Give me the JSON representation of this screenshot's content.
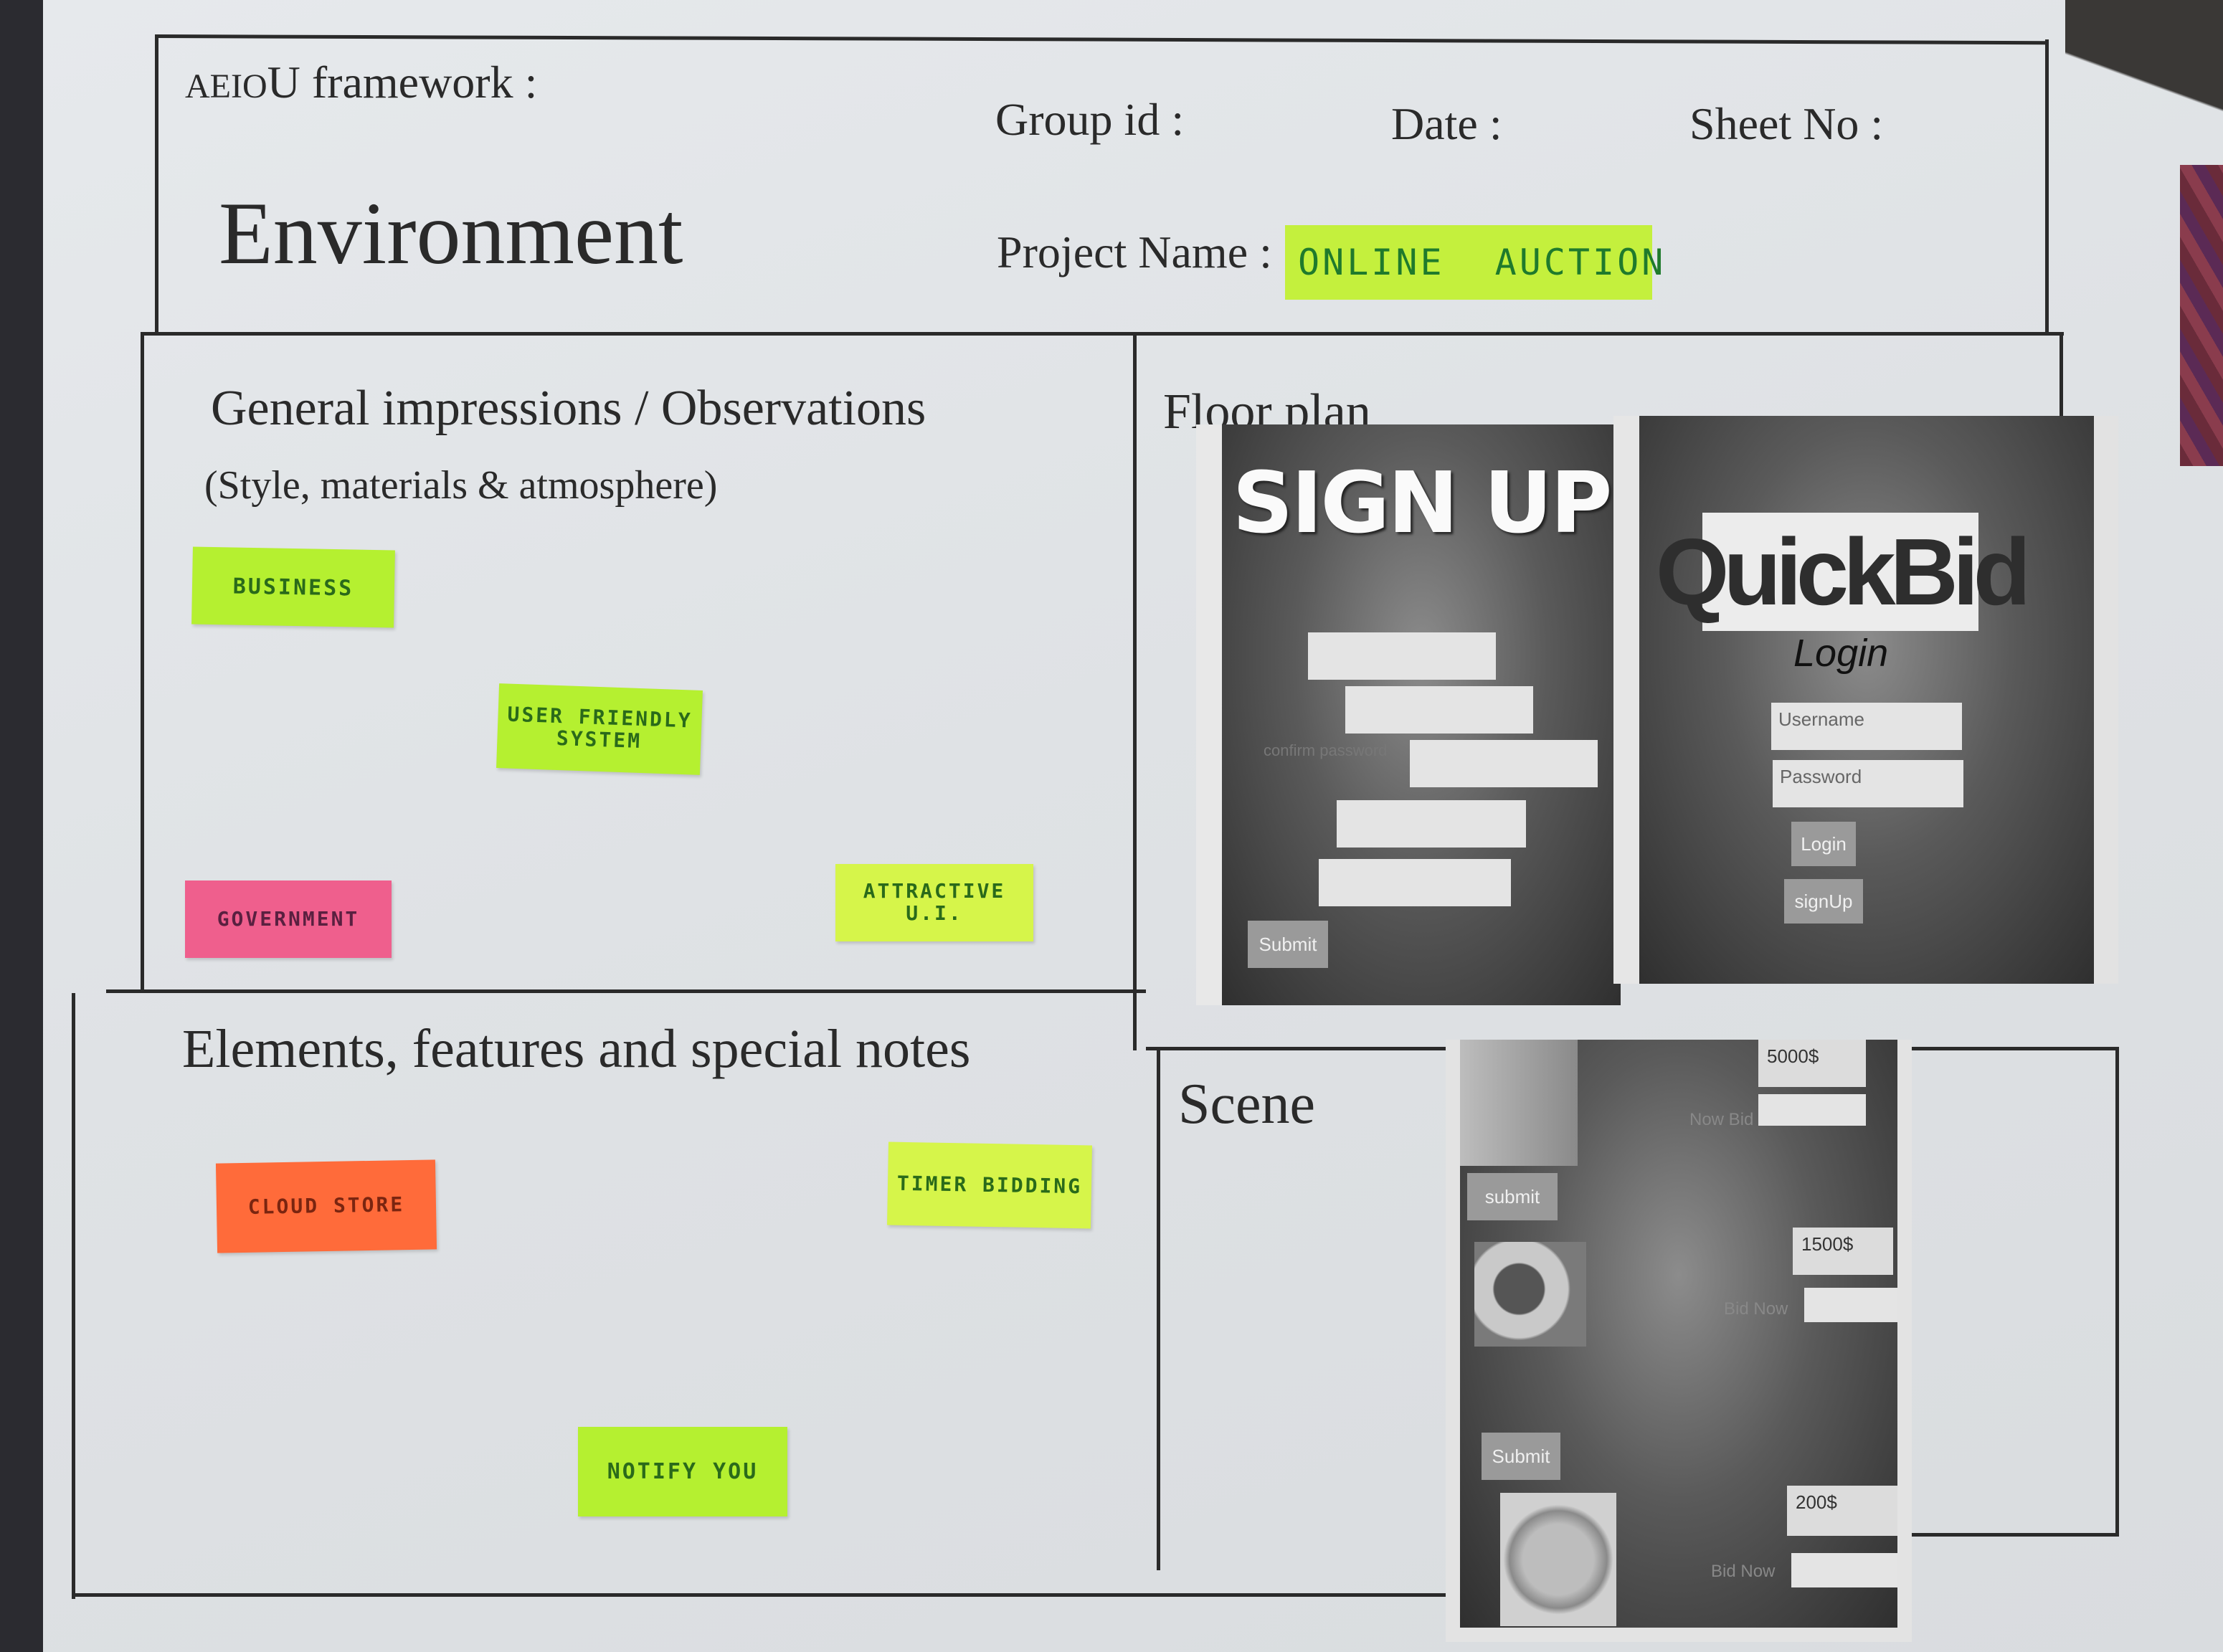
{
  "header": {
    "framework_prefix": "AEIO",
    "framework_rest": "U framework :",
    "group_id": "Group id :",
    "date": "Date :",
    "sheet_no": "Sheet No :",
    "title": "Environment",
    "project_name_label": "Project Name :",
    "project_word1": "ONLINE",
    "project_word2": "AUCTION"
  },
  "sections": {
    "general": "General impressions / Observations",
    "general_sub": "(Style, materials & atmosphere)",
    "floor_plan": "Floor plan",
    "elements": "Elements, features and special notes",
    "scene": "Scene"
  },
  "notes_general": [
    "BUSINESS",
    "USER FRIENDLY SYSTEM",
    "GOVERNMENT",
    "ATTRACTIVE U.I."
  ],
  "notes_elements": [
    "CLOUD STORE",
    "TIMER BIDDING",
    "NOTIFY YOU"
  ],
  "signup_screen": {
    "title": "SIGN UP",
    "confirm_label": "confirm password",
    "submit": "Submit"
  },
  "login_screen": {
    "logo": "QuickBid",
    "heading": "Login",
    "username_placeholder": "Username",
    "password_placeholder": "Password",
    "login_button": "Login",
    "signup_button": "signUp"
  },
  "scene_screen": {
    "items": [
      {
        "price": "5000$",
        "action": "Now Bid",
        "button": "submit"
      },
      {
        "price": "1500$",
        "action": "Bid Now",
        "button": "Submit"
      },
      {
        "price": "200$",
        "action": "Bid Now"
      }
    ]
  },
  "colors": {
    "note_green": "#b5f030",
    "note_lime": "#d6f54a",
    "note_pink": "#ef5f8d",
    "note_orange": "#ff6b3a",
    "ink": "#2a2a2a"
  }
}
